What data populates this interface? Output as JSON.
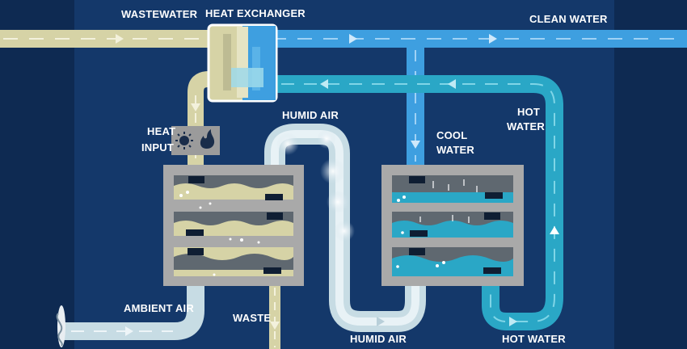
{
  "labels": {
    "wastewater": "WASTEWATER",
    "heat_exchanger": "HEAT EXCHANGER",
    "clean_water": "CLEAN WATER",
    "humid_air_top": "HUMID AIR",
    "heat_input_1": "HEAT",
    "heat_input_2": "INPUT",
    "cool_water_1": "COOL",
    "cool_water_2": "WATER",
    "hot_water_top_1": "HOT",
    "hot_water_top_2": "WATER",
    "ambient_air": "AMBIENT AIR",
    "waste": "WASTE",
    "humid_air_bottom": "HUMID AIR",
    "hot_water_bottom": "HOT WATER"
  },
  "icons": [
    "sun-icon",
    "flame-icon",
    "fan-icon"
  ],
  "colors": {
    "background": "#0e2a52",
    "panel": "#14386a",
    "wastewater": "#d6d3a6",
    "clean_water": "#3e9fe0",
    "hot_water": "#2aa7c6",
    "air": "#d8e4ea",
    "unit_frame": "#a9a9a9",
    "tray": "#5f6870"
  }
}
